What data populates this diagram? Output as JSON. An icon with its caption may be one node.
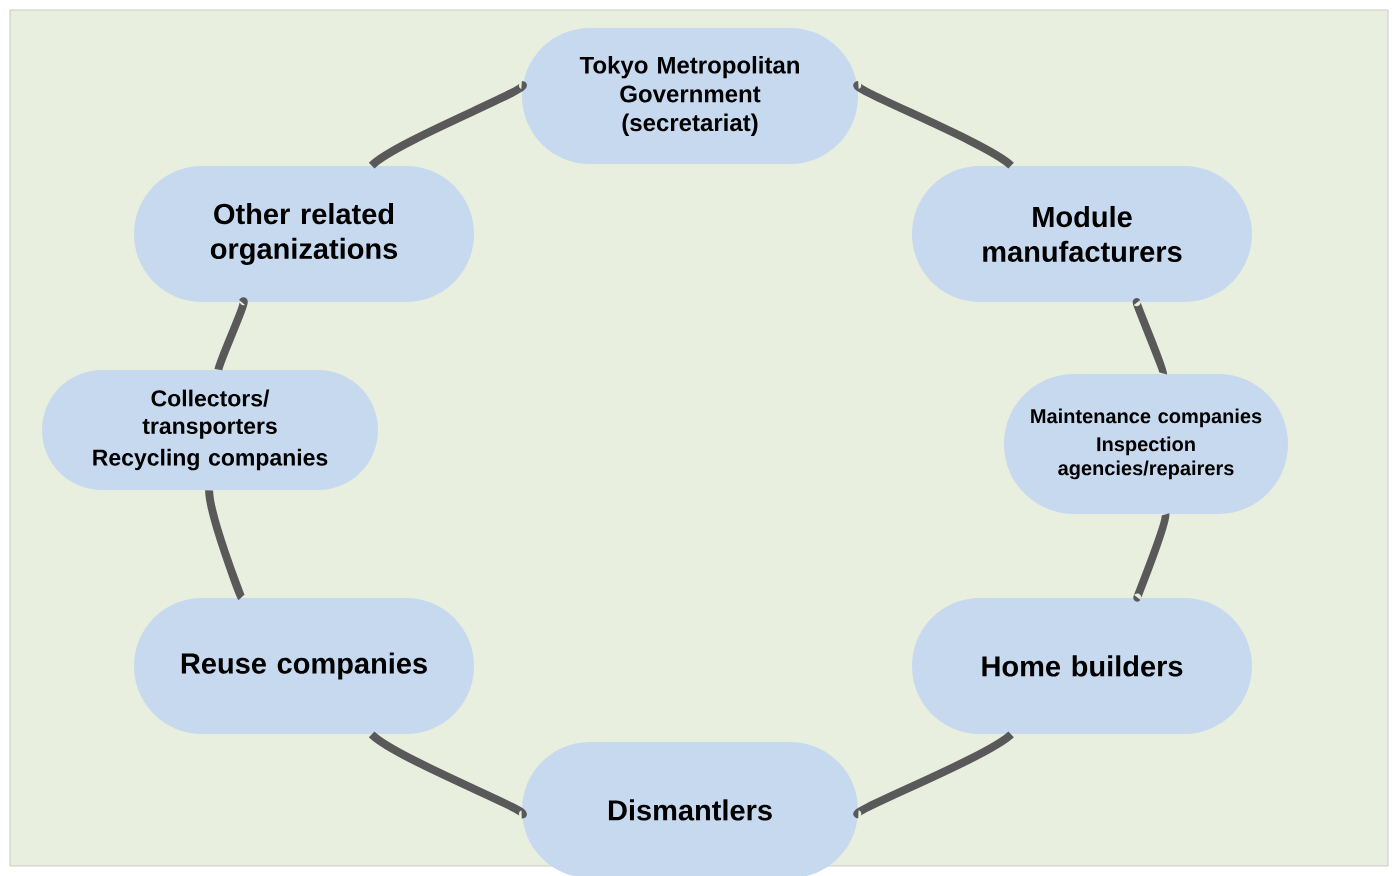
{
  "diagram": {
    "nodes": [
      {
        "text": [
          "Tokyo Metropolitan Government (secretariat)"
        ]
      },
      {
        "text": [
          "Module manufacturers"
        ]
      },
      {
        "text": [
          "Maintenance companies",
          "Inspection agencies/repairers"
        ]
      },
      {
        "text": [
          "Home builders"
        ]
      },
      {
        "text": [
          "Dismantlers"
        ]
      },
      {
        "text": [
          "Reuse companies"
        ]
      },
      {
        "text": [
          "Collectors/ transporters",
          "Recycling companies"
        ]
      },
      {
        "text": [
          "Other related organizations"
        ]
      }
    ],
    "edges": [
      {
        "from": 0,
        "to": 1,
        "arrow": "none"
      },
      {
        "from": 1,
        "to": 2,
        "arrow": "none"
      },
      {
        "from": 2,
        "to": 3,
        "arrow": "none"
      },
      {
        "from": 3,
        "to": 4,
        "arrow": "none"
      },
      {
        "from": 4,
        "to": 5,
        "arrow": "none"
      },
      {
        "from": 5,
        "to": 6,
        "arrow": "none"
      },
      {
        "from": 6,
        "to": 7,
        "arrow": "none"
      },
      {
        "from": 7,
        "to": 0,
        "arrow": "none"
      }
    ]
  }
}
